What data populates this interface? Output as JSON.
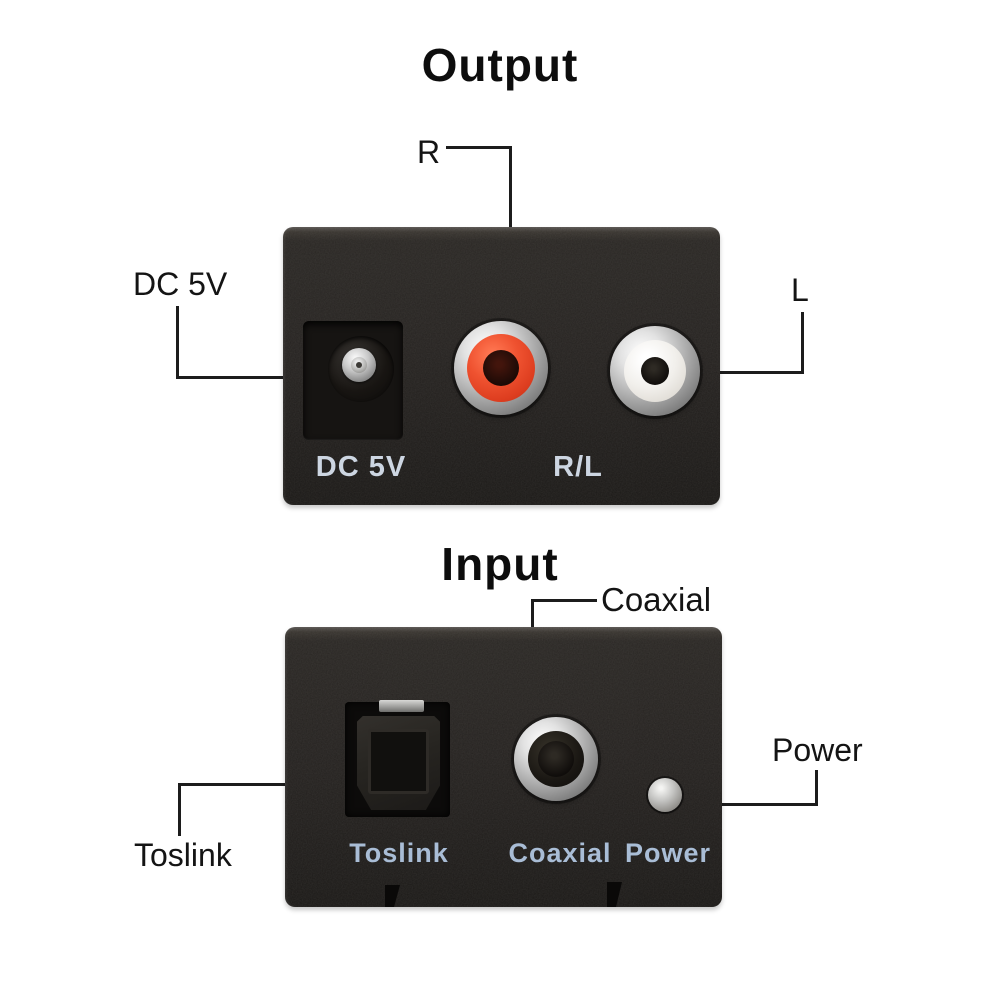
{
  "output_section": {
    "title": "Output",
    "callouts": {
      "r": "R",
      "dc": "DC 5V",
      "l": "L"
    },
    "panel_labels": {
      "dc": "DC 5V",
      "rl": "R/L"
    },
    "ports": [
      "dc-power-jack",
      "rca-jack-red-right-channel",
      "rca-jack-white-left-channel"
    ]
  },
  "input_section": {
    "title": "Input",
    "callouts": {
      "coaxial": "Coaxial",
      "power": "Power",
      "toslink": "Toslink"
    },
    "panel_labels": {
      "toslink": "Toslink",
      "coaxial": "Coaxial",
      "power": "Power"
    },
    "ports": [
      "toslink-optical-port",
      "coaxial-jack",
      "power-led"
    ]
  },
  "colors": {
    "marker_dot": "#19d3e4",
    "rca_red": "#ef5230",
    "rca_white": "#f1efeb",
    "panel_black": "#242220",
    "panel_label_top": "#cdd6e2",
    "panel_label_bottom": "#a9bdd6",
    "callout_line": "#1c1c1c",
    "background": "#ffffff"
  }
}
